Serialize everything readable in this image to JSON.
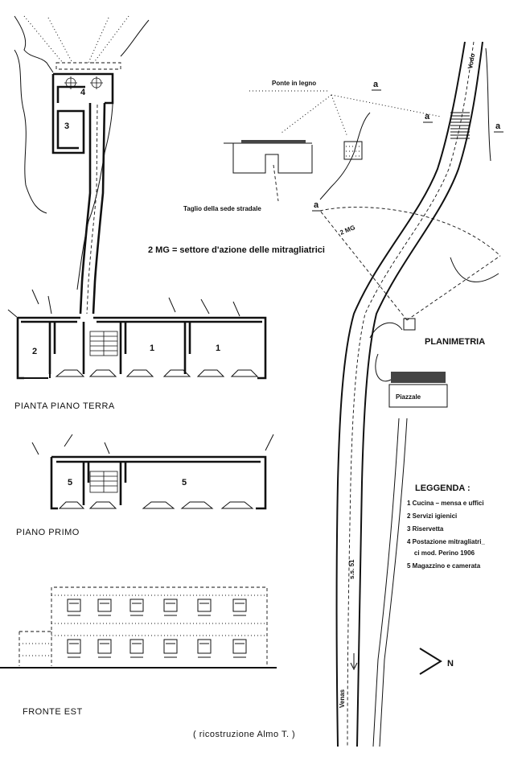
{
  "plans": {
    "ground_floor_title": "PIANTA PIANO TERRA",
    "first_floor_title": "PIANO PRIMO",
    "east_front_title": "FRONTE EST",
    "credit": "( ricostruzione Almo T. )"
  },
  "ground_floor_rooms": [
    "4",
    "3",
    "2",
    "1",
    "1"
  ],
  "first_floor_rooms": [
    "5",
    "5"
  ],
  "site": {
    "title": "PLANIMETRIA",
    "bridge_label": "Ponte in legno",
    "cut_label": "Taglio della sede stradale",
    "mg_note": "2 MG = settore d'azione delle mitragliatrici",
    "mg_sector": "2 MG",
    "section_mark": "a",
    "piazzale": "Piazzale",
    "road_name": "s.s. 51",
    "vodo": "Vodo",
    "venas": "Venas",
    "north": "N"
  },
  "legend": {
    "title": "LEGGENDA :",
    "items": [
      "1  Cucina – mensa e uffici",
      "2  Servizi igienici",
      "3  Riservetta",
      "4  Postazione mitragliatri_",
      "    ci mod. Perino 1906",
      "5  Magazzino e camerata"
    ]
  }
}
